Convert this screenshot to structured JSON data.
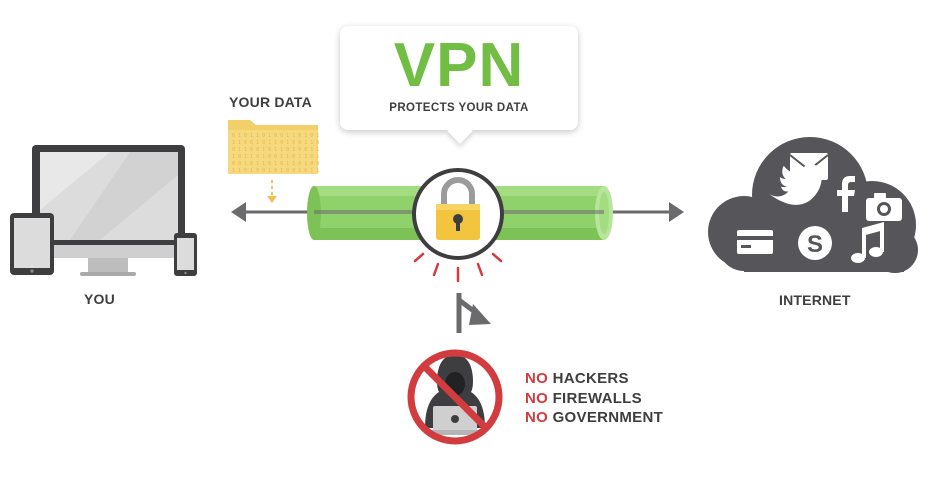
{
  "labels": {
    "you": "YOU",
    "internet": "INTERNET",
    "your_data": "YOUR DATA"
  },
  "vpn_bubble": {
    "title": "VPN",
    "subtitle": "PROTECTS YOUR DATA"
  },
  "threats": [
    {
      "prefix": "NO",
      "text": "HACKERS"
    },
    {
      "prefix": "NO",
      "text": "FIREWALLS"
    },
    {
      "prefix": "NO",
      "text": "GOVERNMENT"
    }
  ],
  "colors": {
    "green": "#72be44",
    "tunnel": "#8fd16a",
    "red": "#d33c3f",
    "dark": "#3e3e40",
    "gray": "#6b6b6e",
    "cloud": "#56565a",
    "folder": "#f3cf6a"
  },
  "icons": {
    "devices": "laptop-tablet-phone-icon",
    "folder": "data-folder-icon",
    "lock": "padlock-icon",
    "cloud": "internet-cloud-icon",
    "hacker": "blocked-hacker-icon",
    "cloud_services": [
      "mail-icon",
      "twitter-icon",
      "facebook-icon",
      "camera-icon",
      "credit-card-icon",
      "skype-icon",
      "music-icon"
    ]
  }
}
